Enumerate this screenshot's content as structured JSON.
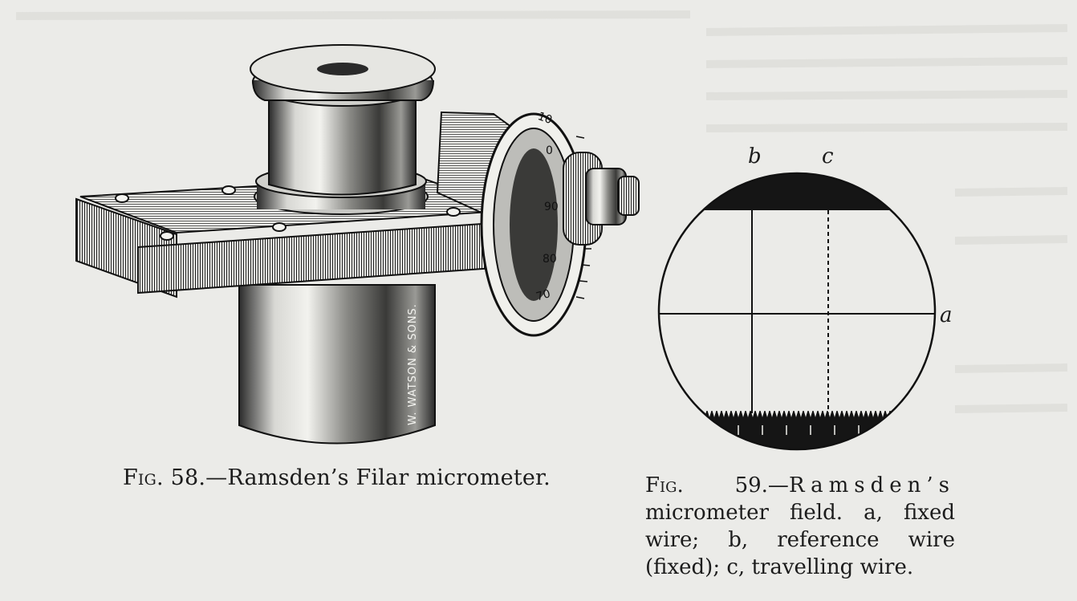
{
  "fig58": {
    "caption_prefix": "Fig.",
    "caption_text": "58.—Ramsden’s Filar micrometer.",
    "maker_mark": "W. WATSON & SONS.",
    "dial_numbers": [
      "10",
      "0",
      "90",
      "80",
      "70"
    ]
  },
  "fig59": {
    "caption_prefix": "Fig.",
    "caption_number": "59.—",
    "caption_title": "Ramsden’s",
    "caption_body": "micrometer field. a, fixed wire; b, reference wire (fixed); c, travelling wire.",
    "label_a": "a",
    "label_b": "b",
    "label_c": "c"
  }
}
